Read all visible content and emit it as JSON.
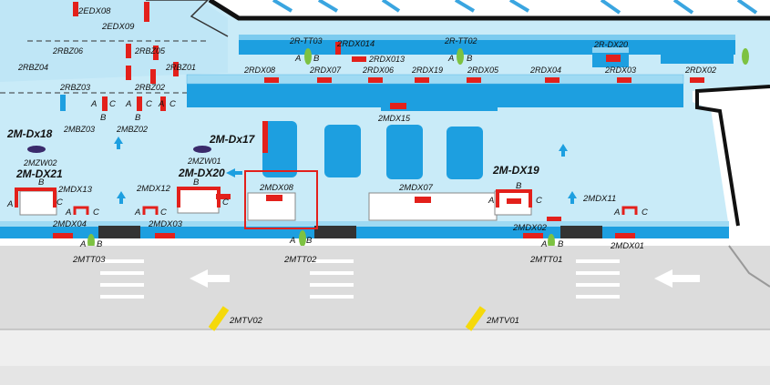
{
  "colors": {
    "floor": "#c9ebf8",
    "gate_block": "#1d9fe0",
    "red_marker": "#e3201b",
    "green_marker": "#7dc242",
    "yellow_marker": "#f5d90a",
    "highlight": "#e3201b",
    "road": "#dcdcdc",
    "wall": "#111111"
  },
  "top_labels": {
    "edx08": "2EDX08",
    "edx09": "2EDX09",
    "rbz06": "2RBZ06",
    "rbz05": "2RBZ05",
    "rbz04": "2RBZ04",
    "rbz03": "2RBZ03",
    "rbz02": "2RBZ02",
    "rbz01": "2RBZ01",
    "mbz03": "2MBZ03",
    "mbz02": "2MBZ02",
    "rtt03": "2R-TT03",
    "rtt02": "2R-TT02",
    "rdx014": "2RDX014",
    "rdx013": "2RDX013",
    "rdx20": "2R-DX20",
    "rdx08": "2RDX08",
    "rdx07": "2RDX07",
    "rdx06": "2RDX06",
    "rdx19": "2RDX19",
    "rdx05": "2RDX05",
    "rdx04": "2RDX04",
    "rdx03": "2RDX03",
    "rdx02": "2RDX02",
    "mdx15": "2MDX15"
  },
  "gate_labels": {
    "mdx18": "2M-Dx18",
    "mdx17": "2M-Dx17",
    "mzw02": "2MZW02",
    "mzw01": "2MZW01",
    "mdx21": "2M-DX21",
    "mdx20": "2M-DX20",
    "mdx19": "2M-DX19",
    "mdx13": "2MDX13",
    "mdx12": "2MDX12",
    "mdx08": "2MDX08",
    "mdx07": "2MDX07",
    "mdx11": "2MDX11",
    "mdx04": "2MDX04",
    "mdx03": "2MDX03",
    "mdx02": "2MDX02",
    "mdx01": "2MDX01",
    "mtt03": "2MTT03",
    "mtt02": "2MTT02",
    "mtt01": "2MTT01",
    "mtv02": "2MTV02",
    "mtv01": "2MTV01"
  },
  "letters": {
    "a": "A",
    "b": "B",
    "c": "C"
  }
}
